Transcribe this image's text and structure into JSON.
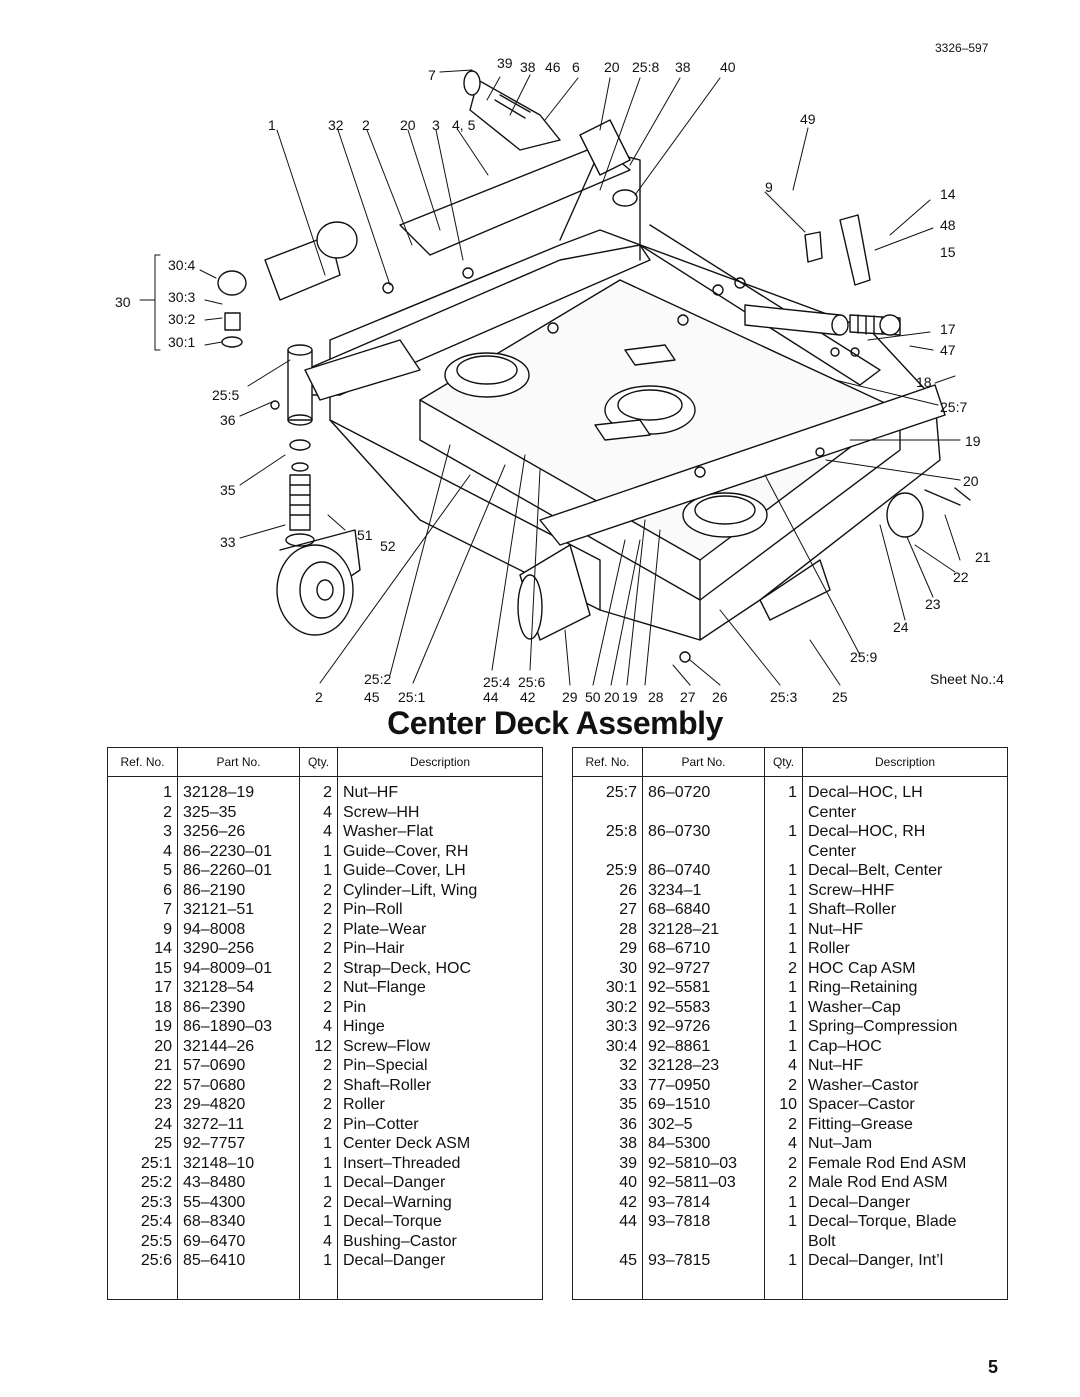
{
  "doc_number": "3326–597",
  "sheet_label": "Sheet No.:4",
  "title": "Center Deck Assembly",
  "page_number": "5",
  "callouts": [
    {
      "id": "c7",
      "text": "7"
    },
    {
      "id": "c39",
      "text": "39"
    },
    {
      "id": "c38a",
      "text": "38"
    },
    {
      "id": "c46",
      "text": "46"
    },
    {
      "id": "c6",
      "text": "6"
    },
    {
      "id": "c20a",
      "text": "20"
    },
    {
      "id": "c258",
      "text": "25:8"
    },
    {
      "id": "c38b",
      "text": "38"
    },
    {
      "id": "c40",
      "text": "40"
    },
    {
      "id": "c1",
      "text": "1"
    },
    {
      "id": "c32",
      "text": "32"
    },
    {
      "id": "c2a",
      "text": "2"
    },
    {
      "id": "c20b",
      "text": "20"
    },
    {
      "id": "c3",
      "text": "3"
    },
    {
      "id": "c45",
      "text": "4, 5"
    },
    {
      "id": "c49",
      "text": "49"
    },
    {
      "id": "c9",
      "text": "9"
    },
    {
      "id": "c14",
      "text": "14"
    },
    {
      "id": "c48",
      "text": "48"
    },
    {
      "id": "c15",
      "text": "15"
    },
    {
      "id": "c304",
      "text": "30:4"
    },
    {
      "id": "c30",
      "text": "30"
    },
    {
      "id": "c303",
      "text": "30:3"
    },
    {
      "id": "c302",
      "text": "30:2"
    },
    {
      "id": "c301",
      "text": "30:1"
    },
    {
      "id": "c255",
      "text": "25:5"
    },
    {
      "id": "c36",
      "text": "36"
    },
    {
      "id": "c17",
      "text": "17"
    },
    {
      "id": "c47",
      "text": "47"
    },
    {
      "id": "c18",
      "text": "18"
    },
    {
      "id": "c257",
      "text": "25:7"
    },
    {
      "id": "c19",
      "text": "19"
    },
    {
      "id": "c20c",
      "text": "20"
    },
    {
      "id": "c35",
      "text": "35"
    },
    {
      "id": "c51",
      "text": "51"
    },
    {
      "id": "c33",
      "text": "33"
    },
    {
      "id": "c52",
      "text": "52"
    },
    {
      "id": "c21",
      "text": "21"
    },
    {
      "id": "c22",
      "text": "22"
    },
    {
      "id": "c23",
      "text": "23"
    },
    {
      "id": "c24",
      "text": "24"
    },
    {
      "id": "c259",
      "text": "25:9"
    },
    {
      "id": "c252",
      "text": "25:2"
    },
    {
      "id": "c254",
      "text": "25:4"
    },
    {
      "id": "c256",
      "text": "25:6"
    },
    {
      "id": "c2b",
      "text": "2"
    },
    {
      "id": "c45b",
      "text": "45"
    },
    {
      "id": "c251",
      "text": "25:1"
    },
    {
      "id": "c44",
      "text": "44"
    },
    {
      "id": "c42",
      "text": "42"
    },
    {
      "id": "c29",
      "text": "29"
    },
    {
      "id": "c50",
      "text": "50"
    },
    {
      "id": "c20d",
      "text": "20"
    },
    {
      "id": "c19b",
      "text": "19"
    },
    {
      "id": "c28",
      "text": "28"
    },
    {
      "id": "c27",
      "text": "27"
    },
    {
      "id": "c26",
      "text": "26"
    },
    {
      "id": "c253",
      "text": "25:3"
    },
    {
      "id": "c25",
      "text": "25"
    }
  ],
  "table_headers": {
    "ref": "Ref. No.",
    "part": "Part No.",
    "qty": "Qty.",
    "desc": "Description"
  },
  "left_rows": [
    {
      "ref": "1",
      "part": "32128–19",
      "qty": "2",
      "desc": "Nut–HF"
    },
    {
      "ref": "2",
      "part": "325–35",
      "qty": "4",
      "desc": "Screw–HH"
    },
    {
      "ref": "3",
      "part": "3256–26",
      "qty": "4",
      "desc": "Washer–Flat"
    },
    {
      "ref": "4",
      "part": "86–2230–01",
      "qty": "1",
      "desc": "Guide–Cover, RH"
    },
    {
      "ref": "5",
      "part": "86–2260–01",
      "qty": "1",
      "desc": "Guide–Cover, LH"
    },
    {
      "ref": "6",
      "part": "86–2190",
      "qty": "2",
      "desc": "Cylinder–Lift, Wing"
    },
    {
      "ref": "7",
      "part": "32121–51",
      "qty": "2",
      "desc": "Pin–Roll"
    },
    {
      "ref": "9",
      "part": "94–8008",
      "qty": "2",
      "desc": "Plate–Wear"
    },
    {
      "ref": "14",
      "part": "3290–256",
      "qty": "2",
      "desc": "Pin–Hair"
    },
    {
      "ref": "15",
      "part": "94–8009–01",
      "qty": "2",
      "desc": "Strap–Deck, HOC"
    },
    {
      "ref": "17",
      "part": "32128–54",
      "qty": "2",
      "desc": "Nut–Flange"
    },
    {
      "ref": "18",
      "part": "86–2390",
      "qty": "2",
      "desc": "Pin"
    },
    {
      "ref": "19",
      "part": "86–1890–03",
      "qty": "4",
      "desc": "Hinge"
    },
    {
      "ref": "20",
      "part": "32144–26",
      "qty": "12",
      "desc": "Screw–Flow"
    },
    {
      "ref": "21",
      "part": "57–0690",
      "qty": "2",
      "desc": "Pin–Special"
    },
    {
      "ref": "22",
      "part": "57–0680",
      "qty": "2",
      "desc": "Shaft–Roller"
    },
    {
      "ref": "23",
      "part": "29–4820",
      "qty": "2",
      "desc": "Roller"
    },
    {
      "ref": "24",
      "part": "3272–11",
      "qty": "2",
      "desc": "Pin–Cotter"
    },
    {
      "ref": "25",
      "part": "92–7757",
      "qty": "1",
      "desc": "Center Deck ASM"
    },
    {
      "ref": "25:1",
      "part": "32148–10",
      "qty": "1",
      "desc": "Insert–Threaded"
    },
    {
      "ref": "25:2",
      "part": "43–8480",
      "qty": "1",
      "desc": "Decal–Danger"
    },
    {
      "ref": "25:3",
      "part": "55–4300",
      "qty": "2",
      "desc": "Decal–Warning"
    },
    {
      "ref": "25:4",
      "part": "68–8340",
      "qty": "1",
      "desc": "Decal–Torque"
    },
    {
      "ref": "25:5",
      "part": "69–6470",
      "qty": "4",
      "desc": "Bushing–Castor"
    },
    {
      "ref": "25:6",
      "part": "85–6410",
      "qty": "1",
      "desc": "Decal–Danger"
    }
  ],
  "right_rows": [
    {
      "ref": "25:7",
      "part": "86–0720",
      "qty": "1",
      "desc": "Decal–HOC, LH"
    },
    {
      "ref": "",
      "part": "",
      "qty": "",
      "desc": " Center"
    },
    {
      "ref": "25:8",
      "part": "86–0730",
      "qty": "1",
      "desc": "Decal–HOC, RH"
    },
    {
      "ref": "",
      "part": "",
      "qty": "",
      "desc": " Center"
    },
    {
      "ref": "25:9",
      "part": "86–0740",
      "qty": "1",
      "desc": "Decal–Belt, Center"
    },
    {
      "ref": "26",
      "part": "3234–1",
      "qty": "1",
      "desc": "Screw–HHF"
    },
    {
      "ref": "27",
      "part": "68–6840",
      "qty": "1",
      "desc": "Shaft–Roller"
    },
    {
      "ref": "28",
      "part": "32128–21",
      "qty": "1",
      "desc": "Nut–HF"
    },
    {
      "ref": "29",
      "part": "68–6710",
      "qty": "1",
      "desc": "Roller"
    },
    {
      "ref": "30",
      "part": "92–9727",
      "qty": "2",
      "desc": "HOC Cap ASM"
    },
    {
      "ref": "30:1",
      "part": "92–5581",
      "qty": "1",
      "desc": "Ring–Retaining"
    },
    {
      "ref": "30:2",
      "part": "92–5583",
      "qty": "1",
      "desc": "Washer–Cap"
    },
    {
      "ref": "30:3",
      "part": "92–9726",
      "qty": "1",
      "desc": "Spring–Compression"
    },
    {
      "ref": "30:4",
      "part": "92–8861",
      "qty": "1",
      "desc": "Cap–HOC"
    },
    {
      "ref": "32",
      "part": "32128–23",
      "qty": "4",
      "desc": "Nut–HF"
    },
    {
      "ref": "33",
      "part": "77–0950",
      "qty": "2",
      "desc": "Washer–Castor"
    },
    {
      "ref": "35",
      "part": "69–1510",
      "qty": "10",
      "desc": "Spacer–Castor"
    },
    {
      "ref": "36",
      "part": "302–5",
      "qty": "2",
      "desc": "Fitting–Grease"
    },
    {
      "ref": "38",
      "part": "84–5300",
      "qty": "4",
      "desc": "Nut–Jam"
    },
    {
      "ref": "39",
      "part": "92–5810–03",
      "qty": "2",
      "desc": "Female Rod End ASM"
    },
    {
      "ref": "40",
      "part": "92–5811–03",
      "qty": "2",
      "desc": "Male Rod End ASM"
    },
    {
      "ref": "42",
      "part": "93–7814",
      "qty": "1",
      "desc": "Decal–Danger"
    },
    {
      "ref": "44",
      "part": "93–7818",
      "qty": "1",
      "desc": "Decal–Torque, Blade"
    },
    {
      "ref": "",
      "part": "",
      "qty": "",
      "desc": " Bolt"
    },
    {
      "ref": "45",
      "part": "93–7815",
      "qty": "1",
      "desc": "Decal–Danger, Int’l"
    }
  ]
}
